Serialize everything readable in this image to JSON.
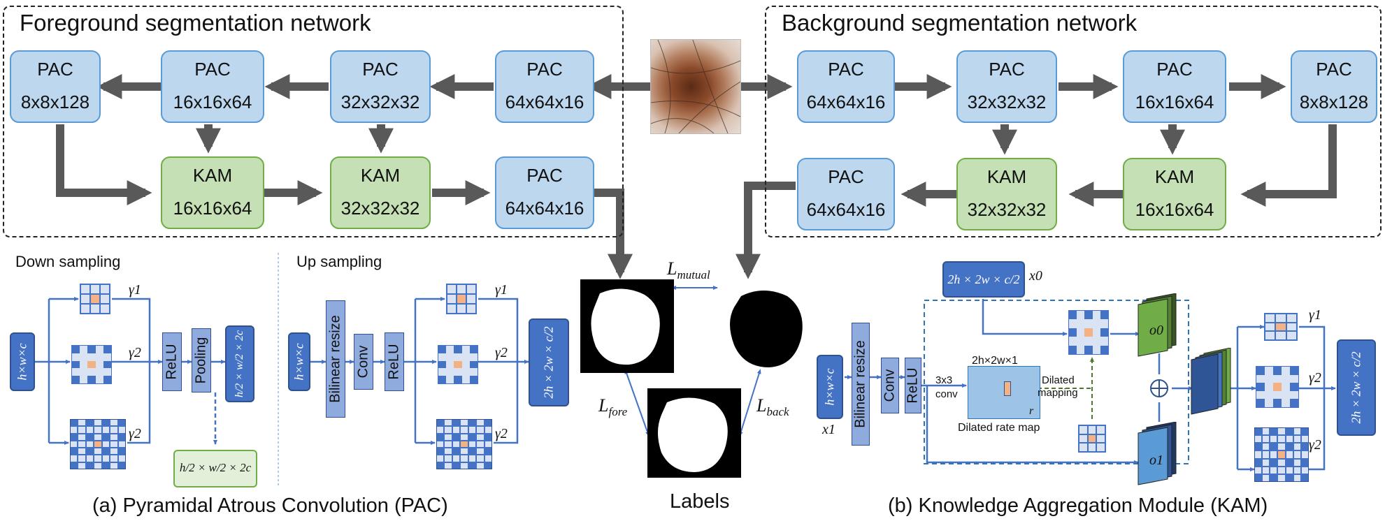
{
  "titles": {
    "foreground": "Foreground segmentation network",
    "background": "Background segmentation network"
  },
  "foreground": {
    "top": [
      {
        "name": "PAC",
        "size": "8x8x128"
      },
      {
        "name": "PAC",
        "size": "16x16x64"
      },
      {
        "name": "PAC",
        "size": "32x32x32"
      },
      {
        "name": "PAC",
        "size": "64x64x16"
      }
    ],
    "bottom": [
      {
        "name": "KAM",
        "size": "16x16x64"
      },
      {
        "name": "KAM",
        "size": "32x32x32"
      },
      {
        "name": "PAC",
        "size": "64x64x16"
      }
    ]
  },
  "background": {
    "top": [
      {
        "name": "PAC",
        "size": "64x64x16"
      },
      {
        "name": "PAC",
        "size": "32x32x32"
      },
      {
        "name": "PAC",
        "size": "16x16x64"
      },
      {
        "name": "PAC",
        "size": "8x8x128"
      }
    ],
    "bottom": [
      {
        "name": "PAC",
        "size": "64x64x16"
      },
      {
        "name": "KAM",
        "size": "32x32x32"
      },
      {
        "name": "KAM",
        "size": "16x16x64"
      }
    ]
  },
  "losses": {
    "mutual": "mutual",
    "fore": "fore",
    "back": "back",
    "L": "L"
  },
  "labels_caption": "Labels",
  "pac_panel": {
    "down_title": "Down sampling",
    "up_title": "Up sampling",
    "input": "h×w×c",
    "relu": "ReLU",
    "pooling": "Pooling",
    "pool_out": "h/2 × w/2 × 2c",
    "pool_side": "h/2 × w/2 × 2c",
    "bilinear": "Bilinear resize",
    "conv": "Conv",
    "up_out": "2h × 2w × c/2",
    "gamma1": "γ1",
    "gamma2": "γ2",
    "caption": "(a) Pyramidal Atrous Convolution (PAC)"
  },
  "kam_panel": {
    "input": "h×w×c",
    "x1": "x1",
    "x0_box": "2h × 2w × c/2",
    "x0": "x0",
    "bilinear": "Bilinear resize",
    "conv": "Conv",
    "relu": "ReLU",
    "conv33_a": "3x3",
    "conv33_b": "conv",
    "rate_map_size": "2h×2w×1",
    "rate_map_r": "r",
    "rate_map_label": "Dilated rate map",
    "dilated_a": "Dilated",
    "dilated_b": "mapping",
    "o0": "o0",
    "o1": "o1",
    "out": "2h × 2w × c/2",
    "gamma1": "γ1",
    "gamma2": "γ2",
    "caption": "(b) Knowledge Aggregation Module (KAM)"
  },
  "colors": {
    "pac_fill": "#bdd7ee",
    "kam_fill": "#c5e0b4",
    "arrow_gray": "#595959",
    "blue_arrow": "#4472c4",
    "dark_block": "#4472c4",
    "center_orange": "#f4b183"
  }
}
